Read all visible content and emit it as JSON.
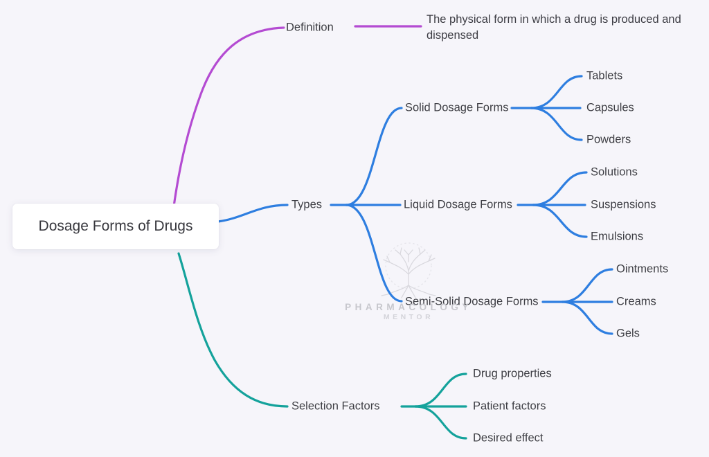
{
  "root": {
    "label": "Dosage Forms of Drugs"
  },
  "branches": {
    "definition": {
      "label": "Definition",
      "content_lines": [
        "The physical form in which a drug is produced and",
        "dispensed"
      ]
    },
    "types": {
      "label": "Types",
      "children": [
        {
          "label": "Solid Dosage Forms",
          "children": [
            "Tablets",
            "Capsules",
            "Powders"
          ]
        },
        {
          "label": "Liquid Dosage Forms",
          "children": [
            "Solutions",
            "Suspensions",
            "Emulsions"
          ]
        },
        {
          "label": "Semi-Solid Dosage Forms",
          "children": [
            "Ointments",
            "Creams",
            "Gels"
          ]
        }
      ]
    },
    "selection": {
      "label": "Selection Factors",
      "children": [
        "Drug properties",
        "Patient factors",
        "Desired effect"
      ]
    }
  },
  "watermark": {
    "line1": "PHARMACOLOGY",
    "line2": "MENTOR"
  },
  "colors": {
    "background": "#f6f5fa",
    "branch_definition": "#b44bd2",
    "branch_types": "#2e7ee0",
    "branch_selection": "#14a29b",
    "text": "#3d3d44",
    "watermark": "#c7c7cd"
  }
}
